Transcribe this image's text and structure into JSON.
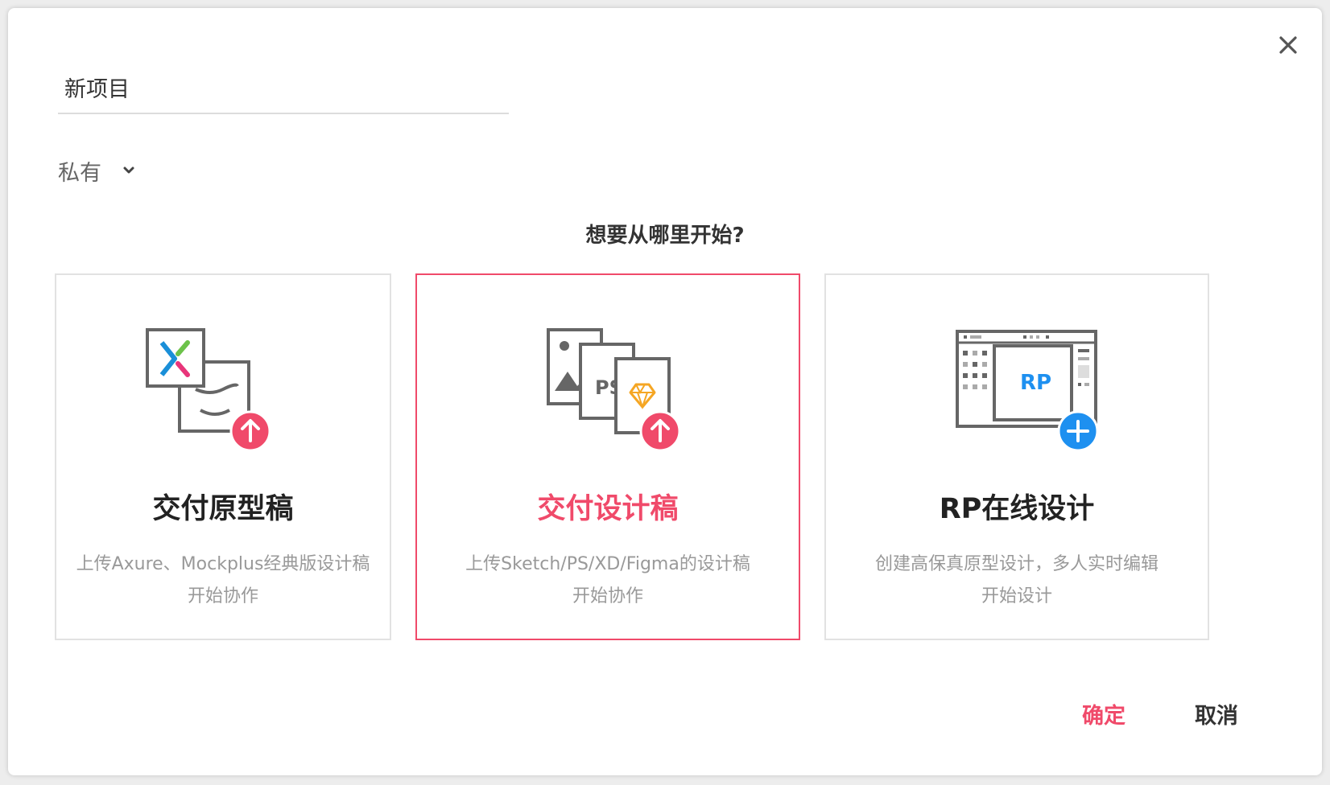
{
  "dialog": {
    "project_name": "新项目",
    "visibility": "私有",
    "question": "想要从哪里开始?"
  },
  "cards": [
    {
      "title": "交付原型稿",
      "desc_line1": "上传Axure、Mockplus经典版设计稿",
      "desc_line2": "开始协作",
      "icon": "upload-prototype-icon",
      "selected": false
    },
    {
      "title": "交付设计稿",
      "desc_line1": "上传Sketch/PS/XD/Figma的设计稿",
      "desc_line2": "开始协作",
      "icon": "upload-design-icon",
      "selected": true,
      "icon_text": "PS"
    },
    {
      "title": "RP在线设计",
      "desc_line1": "创建高保真原型设计，多人实时编辑",
      "desc_line2": "开始设计",
      "icon": "rp-online-design-icon",
      "selected": false,
      "icon_text": "RP"
    }
  ],
  "buttons": {
    "confirm": "确定",
    "cancel": "取消"
  },
  "colors": {
    "accent": "#f04a6a",
    "rp_blue": "#1e90f0",
    "sketch_orange": "#f5a623",
    "axure_blue": "#1a8fd8",
    "axure_pink": "#e8357a",
    "axure_green": "#6cc24a"
  }
}
